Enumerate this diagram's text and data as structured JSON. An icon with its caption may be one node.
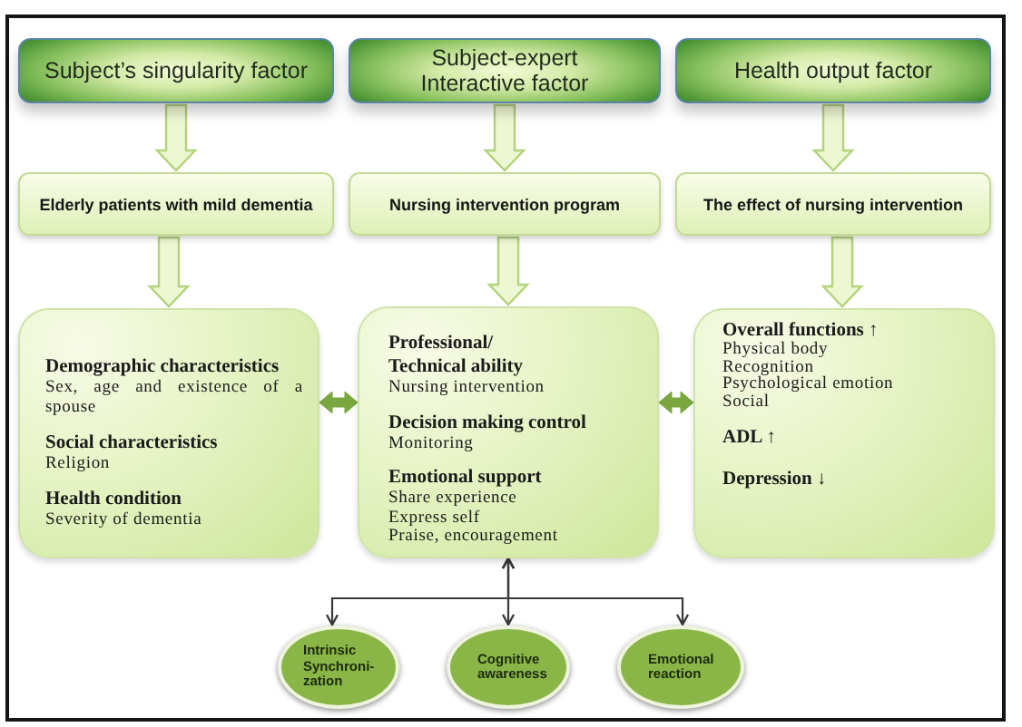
{
  "diagram": {
    "nodes": [
      {
        "text": [
          "Subject’s singularity factor"
        ]
      },
      {
        "text": [
          "Subject-expert Interactive factor"
        ]
      },
      {
        "text": [
          "Health output factor"
        ]
      },
      {
        "text": [
          "Elderly patients with mild dementia"
        ]
      },
      {
        "text": [
          "Nursing intervention program"
        ]
      },
      {
        "text": [
          "The effect of nursing intervention"
        ]
      },
      {
        "text": [
          "Demographic characteristics",
          "Sex, age and existence of a spouse",
          "Social characteristics",
          "Religion",
          "Health condition",
          "Severity of dementia"
        ]
      },
      {
        "text": [
          "Professional/ Technical ability",
          "Nursing intervention",
          "Decision making control",
          "Monitoring",
          "Emotional support",
          "Share experience",
          "Express self",
          "Praise, encouragement"
        ]
      },
      {
        "text": [
          "Overall functions ↑",
          "Physical body",
          "Recognition",
          "Psychological emotion",
          "Social",
          "ADL ↑",
          "Depression ↓"
        ]
      },
      {
        "text": [
          "Intrinsic Synchroni-zation"
        ]
      },
      {
        "text": [
          "Cognitive awareness"
        ]
      },
      {
        "text": [
          "Emotional reaction"
        ]
      }
    ],
    "edges": [
      {
        "from": 0,
        "to": 3,
        "arrow": "to",
        "style": "thick"
      },
      {
        "from": 1,
        "to": 4,
        "arrow": "to",
        "style": "thick"
      },
      {
        "from": 2,
        "to": 5,
        "arrow": "to",
        "style": "thick"
      },
      {
        "from": 3,
        "to": 6,
        "arrow": "to",
        "style": "thick"
      },
      {
        "from": 4,
        "to": 7,
        "arrow": "to",
        "style": "thick"
      },
      {
        "from": 5,
        "to": 8,
        "arrow": "to",
        "style": "thick"
      },
      {
        "from": 6,
        "to": 7,
        "arrow": "both",
        "style": "thick",
        "color": "#7ba73f"
      },
      {
        "from": 7,
        "to": 8,
        "arrow": "both",
        "style": "thick",
        "color": "#7ba73f"
      },
      {
        "from": 7,
        "to": 9,
        "arrow": "both",
        "color": "#3a3a3a"
      },
      {
        "from": 7,
        "to": 10,
        "arrow": "both",
        "color": "#3a3a3a"
      },
      {
        "from": 7,
        "to": 11,
        "arrow": "both",
        "color": "#3a3a3a"
      }
    ]
  }
}
